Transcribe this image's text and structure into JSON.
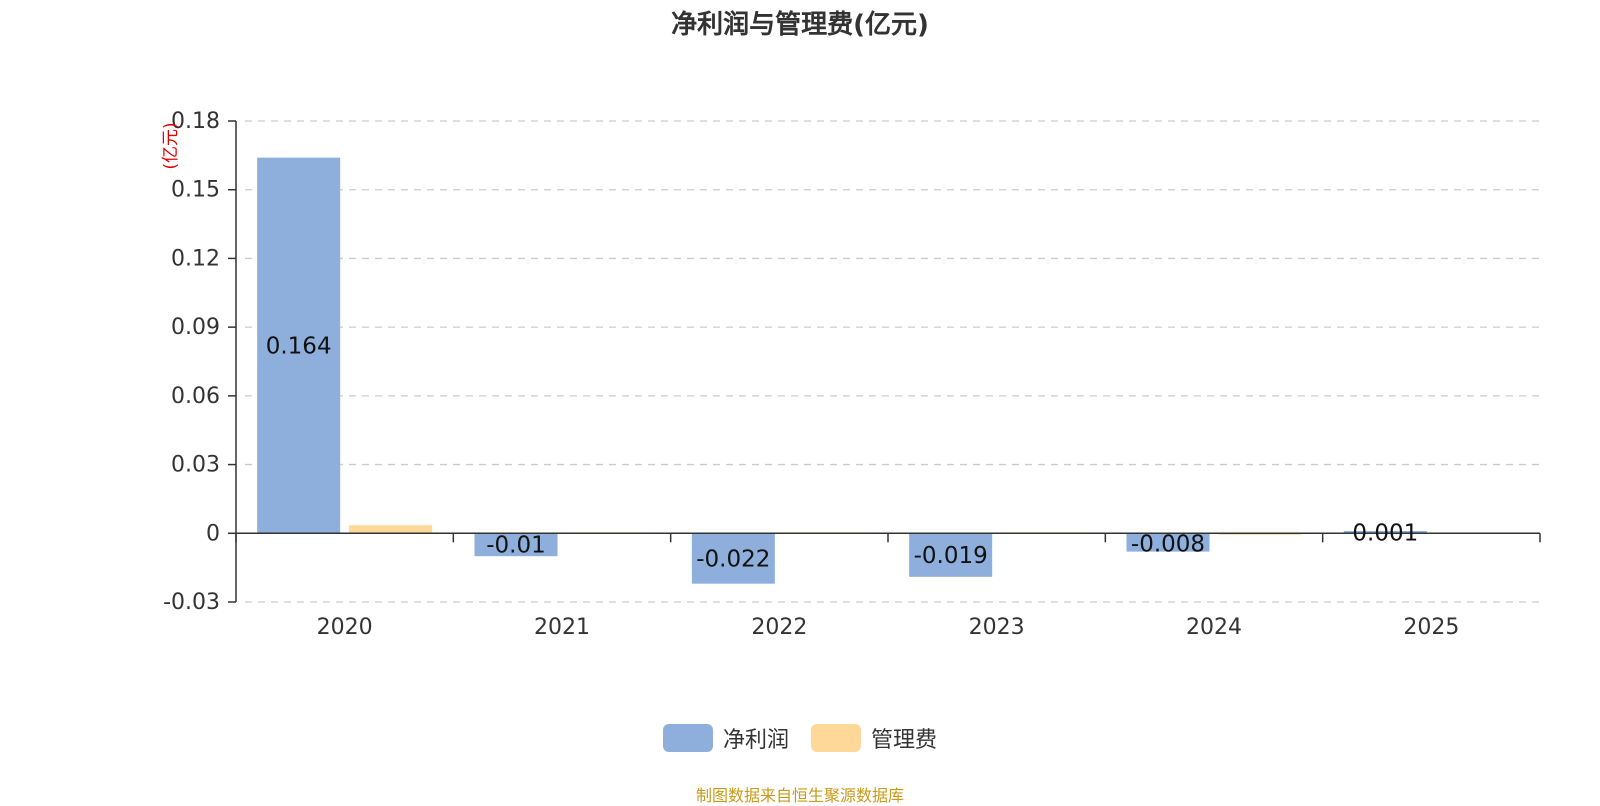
{
  "chart_data": {
    "type": "bar",
    "title": "净利润与管理费(亿元)",
    "ylabel": "(亿元)",
    "xlabel": "",
    "categories": [
      "2020",
      "2021",
      "2022",
      "2023",
      "2024",
      "2025"
    ],
    "series": [
      {
        "name": "净利润",
        "values": [
          0.164,
          -0.01,
          -0.022,
          -0.019,
          -0.008,
          0.001
        ],
        "color": "#8eaedb",
        "labels": [
          "0.164",
          "-0.01",
          "-0.022",
          "-0.019",
          "-0.008",
          "0.001"
        ]
      },
      {
        "name": "管理费",
        "values": [
          0.0035,
          0.0004,
          0.0004,
          0.0004,
          0.0,
          null
        ],
        "color": "#fdd899"
      }
    ],
    "ylim": [
      -0.03,
      0.18
    ],
    "yticks": [
      -0.03,
      0,
      0.03,
      0.06,
      0.09,
      0.12,
      0.15,
      0.18
    ],
    "ytick_labels": [
      "-0.03",
      "0",
      "0.03",
      "0.06",
      "0.09",
      "0.12",
      "0.15",
      "0.18"
    ],
    "grid": true,
    "legend_position": "bottom"
  },
  "footer": {
    "source": "制图数据来自恒生聚源数据库"
  },
  "colors": {
    "axis": "#333333",
    "grid": "#cccccc",
    "ylabel": "#e00000"
  }
}
